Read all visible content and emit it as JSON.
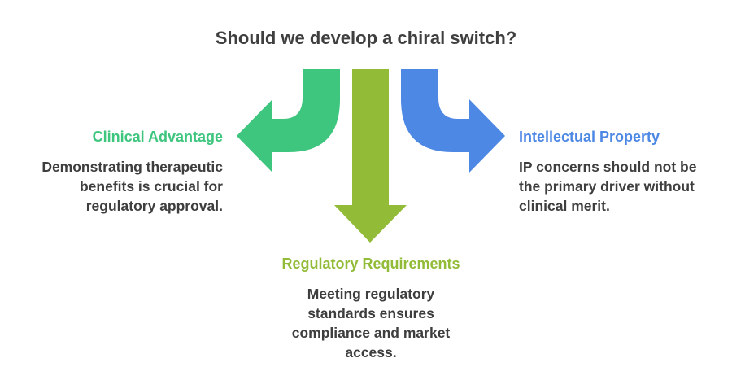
{
  "title": "Should we develop a chiral switch?",
  "colors": {
    "clinical": "#3ec57e",
    "regulatory": "#92bc38",
    "ip": "#4e88e5",
    "text": "#3e3e3e"
  },
  "branches": {
    "clinical": {
      "heading": "Clinical Advantage",
      "lines": [
        "Demonstrating therapeutic",
        "benefits is crucial for",
        "regulatory approval."
      ]
    },
    "regulatory": {
      "heading": "Regulatory Requirements",
      "lines": [
        "Meeting regulatory",
        "standards ensures",
        "compliance and market",
        "access."
      ]
    },
    "ip": {
      "heading": "Intellectual Property",
      "lines": [
        "IP concerns should not be",
        "the primary driver without",
        "clinical merit."
      ]
    }
  }
}
